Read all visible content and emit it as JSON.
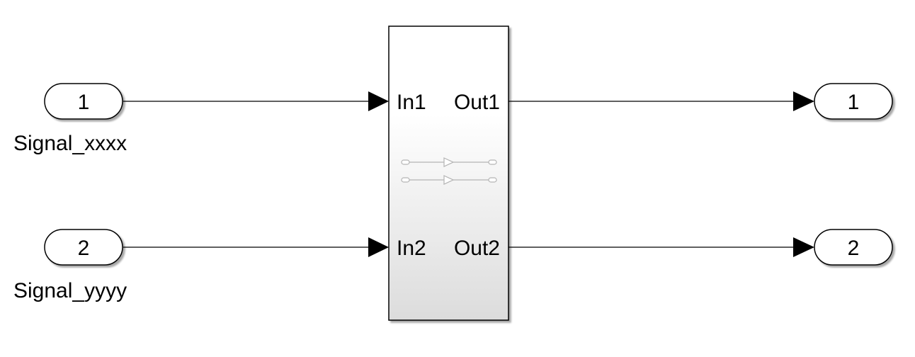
{
  "inports": [
    {
      "number": "1",
      "signal_name": "Signal_xxxx"
    },
    {
      "number": "2",
      "signal_name": "Signal_yyyy"
    }
  ],
  "subsystem": {
    "inputs": [
      "In1",
      "In2"
    ],
    "outputs": [
      "Out1",
      "Out2"
    ],
    "icon": "subsystem-passthrough-icon"
  },
  "outports": [
    {
      "number": "1"
    },
    {
      "number": "2"
    }
  ],
  "colors": {
    "line": "#000000",
    "block_fill_top": "#ffffff",
    "block_fill_bottom": "#dcdcdc",
    "icon_stroke": "#b4b4b4"
  }
}
